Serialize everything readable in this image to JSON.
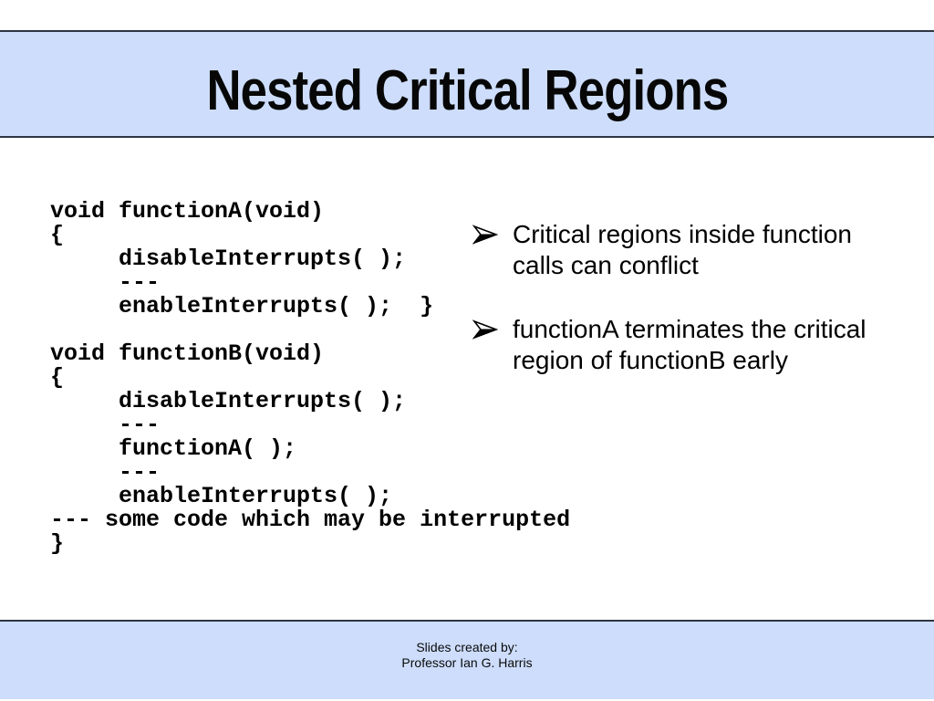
{
  "title_bar": {
    "title": "Nested Critical Regions"
  },
  "code_panel": {
    "text": "void functionA(void)\n{\n     disableInterrupts( );\n     ---\n     enableInterrupts( );  }\n\nvoid functionB(void)\n{\n     disableInterrupts( );\n     ---\n     functionA( );\n     ---\n     enableInterrupts( );\n--- some code which may be interrupted\n}"
  },
  "bullets": [
    {
      "text": "Critical regions inside function\ncalls can conflict"
    },
    {
      "text": "functionA terminates the critical\nregion of functionB early"
    }
  ],
  "footer": {
    "line1": "Slides created by:",
    "line2": "Professor Ian G. Harris"
  },
  "icons": {
    "bullet_marker": "three-d-right-arrowhead-icon"
  },
  "colors": {
    "band-background": "#cdddfb",
    "band-border": "#2e3542",
    "text": "#000000"
  }
}
